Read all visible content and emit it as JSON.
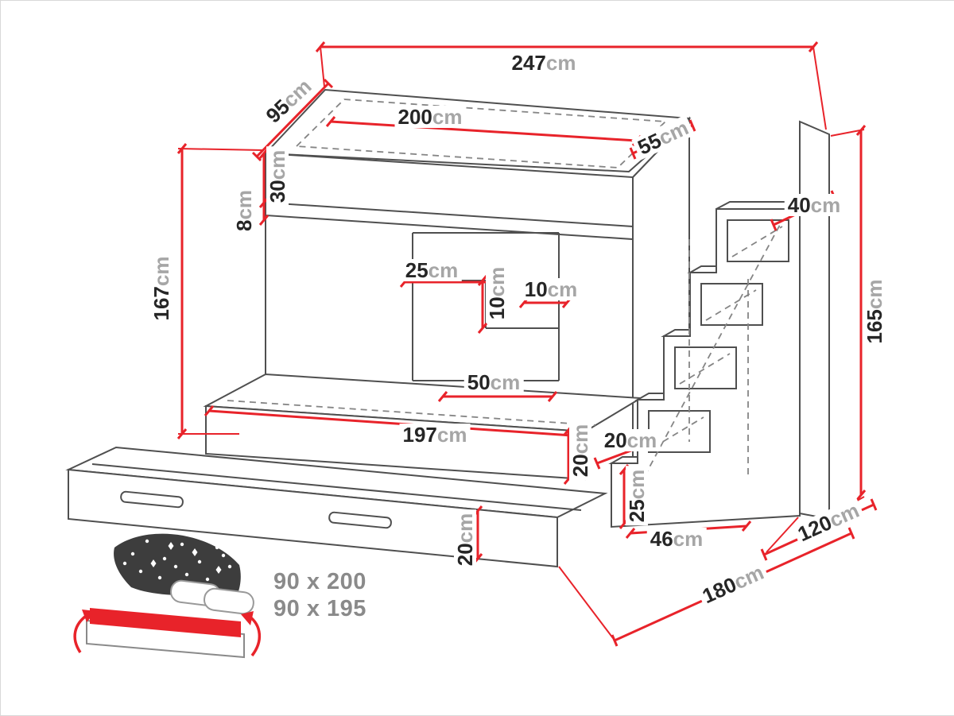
{
  "diagram": {
    "type": "furniture dimension drawing",
    "subject": "bunk bed with storage stairs and pull-out trundle drawer"
  },
  "colors": {
    "dimension_line": "#e8232a",
    "outline": "#4f4f4f",
    "number_text": "#262626",
    "unit_text": "#a6a6a6",
    "legend_text": "#8a8a8a"
  },
  "dimensions": {
    "total_width": {
      "value": "247",
      "unit": "cm"
    },
    "depth_top_left": {
      "value": "95",
      "unit": "cm"
    },
    "upper_bed_length": {
      "value": "200",
      "unit": "cm"
    },
    "depth_top_right": {
      "value": "55",
      "unit": "cm"
    },
    "upper_frame_height": {
      "value": "30",
      "unit": "cm"
    },
    "upper_frame_lip": {
      "value": "8",
      "unit": "cm"
    },
    "height_left": {
      "value": "167",
      "unit": "cm"
    },
    "stairs_top_depth": {
      "value": "40",
      "unit": "cm"
    },
    "height_right": {
      "value": "165",
      "unit": "cm"
    },
    "shelf_width": {
      "value": "25",
      "unit": "cm"
    },
    "shelf_riser": {
      "value": "10",
      "unit": "cm"
    },
    "shelf_depth": {
      "value": "10",
      "unit": "cm"
    },
    "shelf_base_width": {
      "value": "50",
      "unit": "cm"
    },
    "middle_bed_length": {
      "value": "197",
      "unit": "cm"
    },
    "middle_bed_frame_height": {
      "value": "20",
      "unit": "cm"
    },
    "step_depth": {
      "value": "20",
      "unit": "cm"
    },
    "bottom_step_height": {
      "value": "25",
      "unit": "cm"
    },
    "stairs_base_width": {
      "value": "46",
      "unit": "cm"
    },
    "drawer_front_height": {
      "value": "20",
      "unit": "cm"
    },
    "floor_depth_right": {
      "value": "120",
      "unit": "cm"
    },
    "floor_depth_front": {
      "value": "180",
      "unit": "cm"
    }
  },
  "legend": {
    "mattress_size_upper": "90 x 200",
    "mattress_size_lower": "90 x 195"
  }
}
